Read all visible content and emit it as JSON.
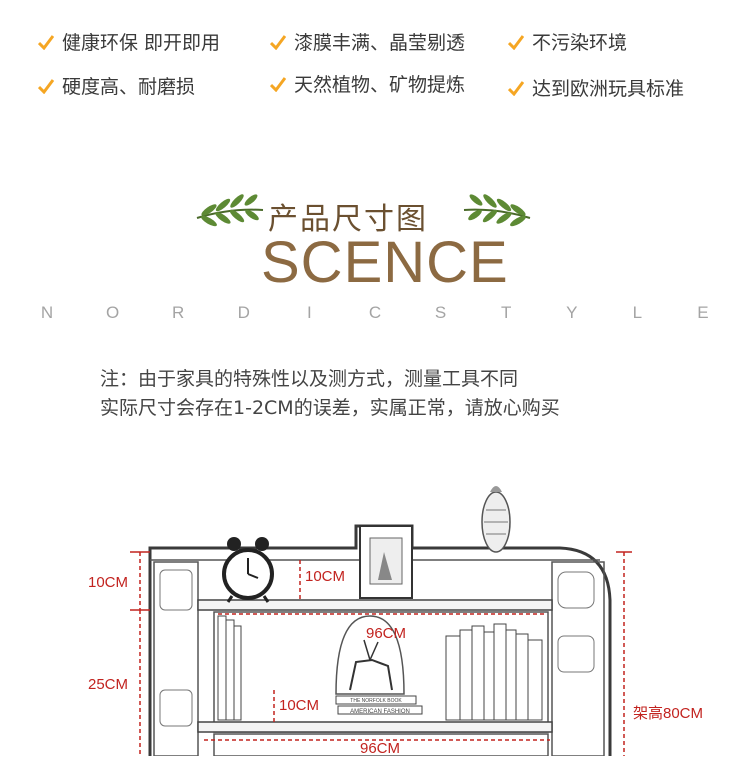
{
  "features": [
    {
      "text": "健康环保 即开即用"
    },
    {
      "text": "漆膜丰满、晶莹剔透"
    },
    {
      "text": "不污染环境"
    },
    {
      "text": "硬度高、耐磨损"
    },
    {
      "text": "天然植物、矿物提炼"
    },
    {
      "text": "达到欧洲玩具标准"
    }
  ],
  "section": {
    "title_cn": "产品尺寸图",
    "title_en": "SCENCE",
    "subtitle_letters": [
      "N",
      "O",
      "R",
      "D",
      "I",
      "C",
      "S",
      "T",
      "Y",
      "L",
      "E"
    ]
  },
  "note": {
    "line1": "注：由于家具的特殊性以及测方式，测量工具不同",
    "line2": "实际尺寸会存在1-2CM的误差，实属正常，请放心购买"
  },
  "dimensions": {
    "top_height_left": "10CM",
    "top_height_inner": "10CM",
    "shelf_width_upper": "96CM",
    "middle_height": "25CM",
    "book_gap": "10CM",
    "shelf_width_lower": "96CM",
    "total_height": "架高80CM"
  },
  "books": {
    "spine1": "THE NORFOLK BOOK",
    "spine2": "AMERICAN FASHION"
  },
  "colors": {
    "check": "#f5a623",
    "dimension": "#c2231f",
    "title": "#8c6a42"
  }
}
